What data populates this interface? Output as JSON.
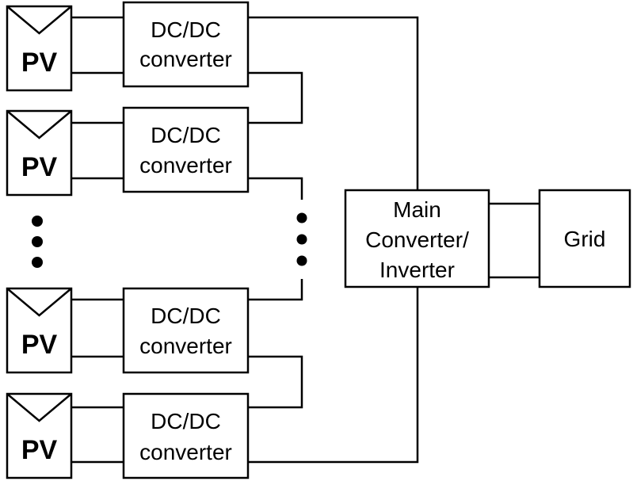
{
  "diagram": {
    "pv_label": "PV",
    "converter_line1": "DC/DC",
    "converter_line2": "converter",
    "main_converter": {
      "line1": "Main",
      "line2": "Converter/",
      "line3": "Inverter"
    },
    "grid_label": "Grid",
    "colors": {
      "stroke": "#000000",
      "background": "#ffffff"
    }
  }
}
